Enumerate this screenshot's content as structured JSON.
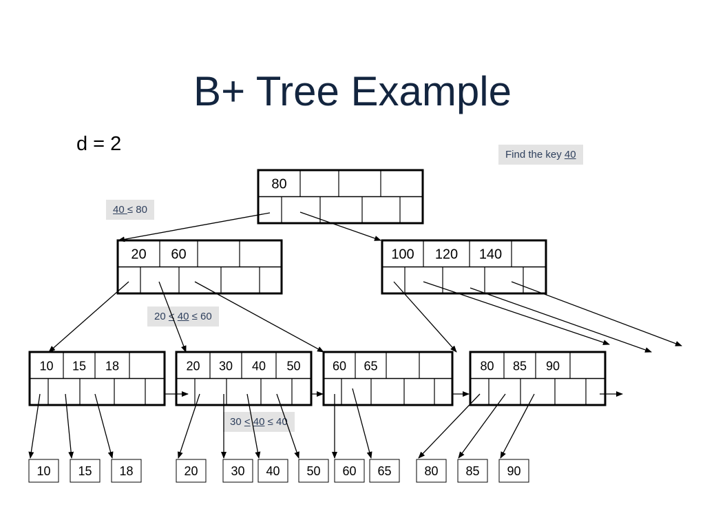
{
  "title": "B+ Tree Example",
  "param": "d = 2",
  "notes": {
    "find": {
      "prefix": "Find the key ",
      "key": "40"
    },
    "root_cmp": {
      "key": "40 ",
      "rest": "≤ 80"
    },
    "internal_cmp": {
      "pre": "20 ",
      "lt": "<",
      "sp": " ",
      "key": "40",
      "rest": " ≤ 60"
    },
    "leaf_cmp": {
      "pre": "30 ",
      "lt": "<",
      "sp": " ",
      "key": "40",
      "rest": " ≤ 40"
    }
  },
  "nodes": {
    "root": {
      "keys": [
        "80",
        "",
        "",
        ""
      ]
    },
    "inner_left": {
      "keys": [
        "20",
        "60",
        "",
        ""
      ]
    },
    "inner_right": {
      "keys": [
        "100",
        "120",
        "140",
        ""
      ]
    },
    "leaf1": {
      "keys": [
        "10",
        "15",
        "18",
        ""
      ]
    },
    "leaf2": {
      "keys": [
        "20",
        "30",
        "40",
        "50"
      ]
    },
    "leaf3": {
      "keys": [
        "60",
        "65",
        "",
        ""
      ]
    },
    "leaf4": {
      "keys": [
        "80",
        "85",
        "90",
        ""
      ]
    }
  },
  "records": [
    "10",
    "15",
    "18",
    "20",
    "30",
    "40",
    "50",
    "60",
    "65",
    "80",
    "85",
    "90"
  ],
  "colors": {
    "title": "#13253f",
    "note_bg": "#e3e3e3",
    "note_text": "#2e3f5c",
    "line": "#000000"
  }
}
